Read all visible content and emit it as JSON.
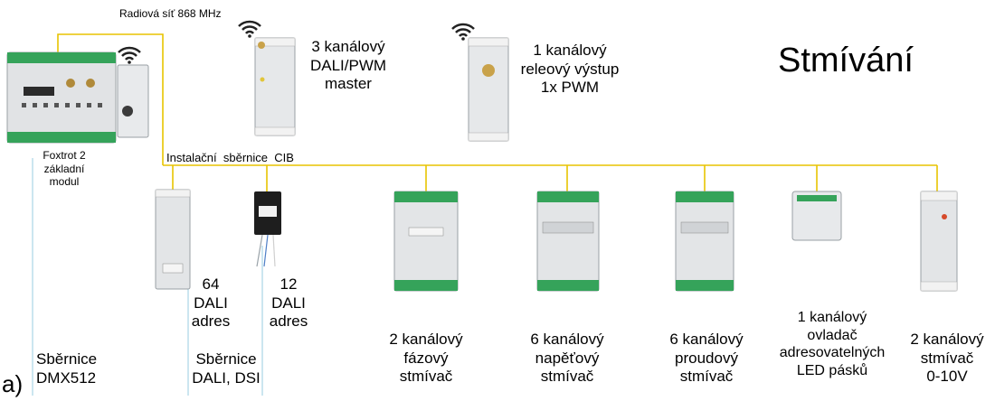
{
  "title": "Stmívání",
  "radio_label": "Radiová síť 868 MHz",
  "bus_label": "Instalační  sběrnice  CIB",
  "figure_tag": "a)",
  "base_module": "Foxtrot 2\nzákladní\nmodul",
  "wireless_modules": [
    {
      "label": "3 kanálový\nDALI/PWM\nmaster",
      "icon": "wifi-icon"
    },
    {
      "label": "1 kanálový\nreleový výstup\n1x PWM",
      "icon": "wifi-icon"
    }
  ],
  "bus_modules": [
    {
      "label": "64\nDALI\nadres"
    },
    {
      "label": "12\nDALI\nadres"
    },
    {
      "label": "2 kanálový\nfázový\nstmívač"
    },
    {
      "label": "6 kanálový\nnapěťový\nstmívač"
    },
    {
      "label": "6 kanálový\nproudový\nstmívač"
    },
    {
      "label": "1 kanálový\novladač\nadresovatelných\nLED pásků"
    },
    {
      "label": "2 kanálový\nstmívač\n0-10V"
    }
  ],
  "bus_outputs": [
    {
      "label": "Sběrnice\nDMX512"
    },
    {
      "label": "Sběrnice\nDALI, DSI"
    }
  ],
  "colors": {
    "bus_line": "#e8c400",
    "signal_line": "#a9d6e5",
    "module_body": "#e4e6e8",
    "terminal_green": "#35a35a",
    "terminal_white": "#f2f2f2"
  }
}
